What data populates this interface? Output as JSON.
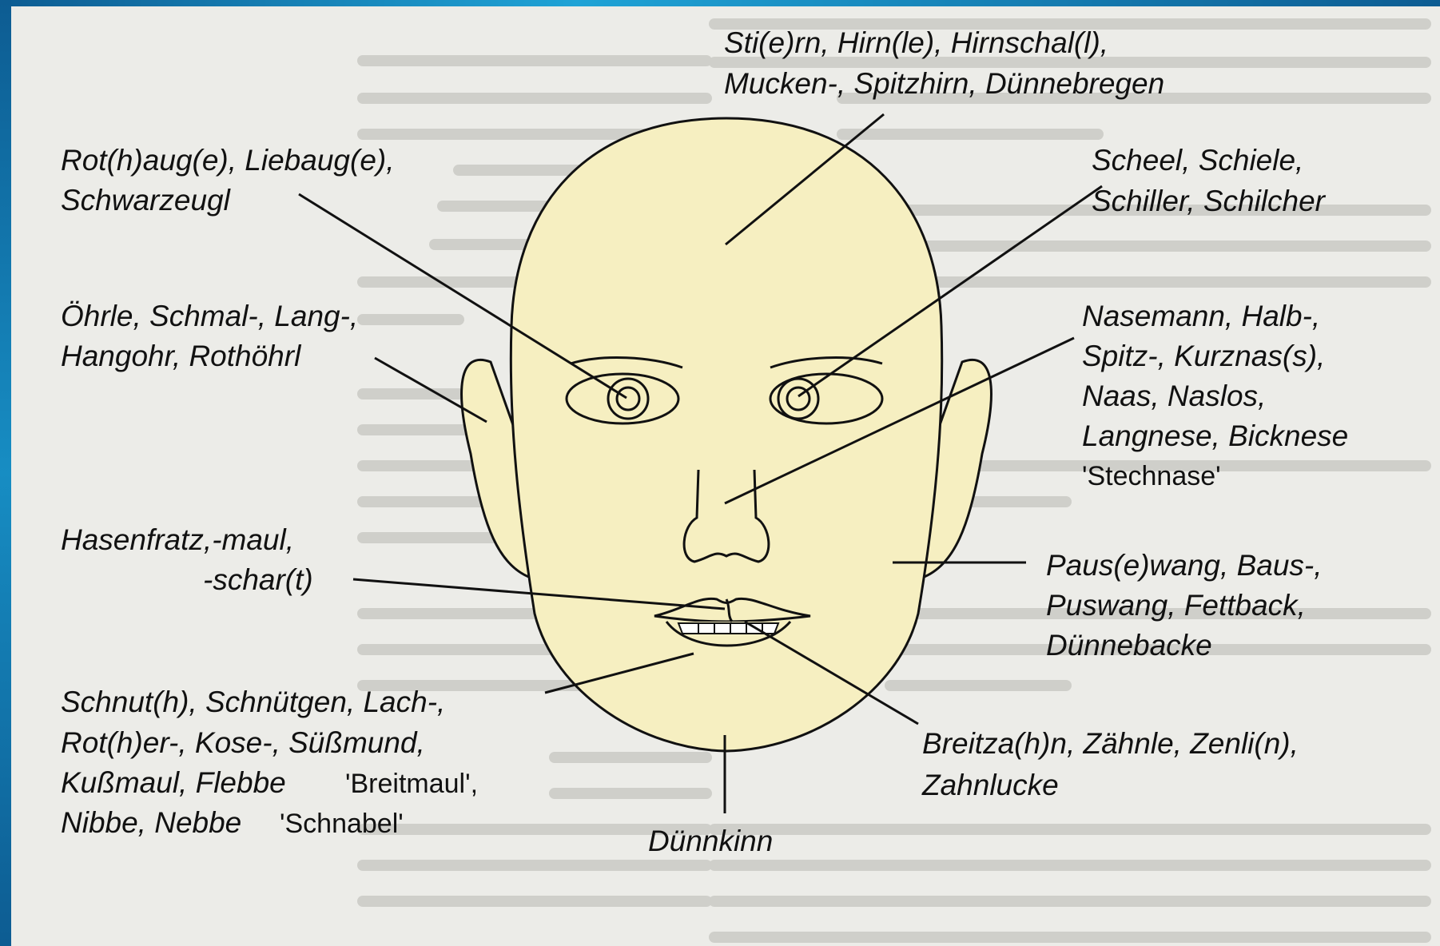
{
  "colors": {
    "page": "#ececE8",
    "face_fill": "#f6efc1",
    "line": "#111111",
    "frame": "#0c5f95"
  },
  "labels": {
    "forehead": [
      "Sti(e)rn, Hirn(le), Hirnschal(l),",
      "Mucken-, Spitzhirn, Dünnebregen"
    ],
    "eye_left": [
      "Rot(h)aug(e), Liebaug(e),",
      "Schwarzeugl"
    ],
    "eye_right": [
      "Scheel, Schiele,",
      "Schiller, Schilcher"
    ],
    "ear": [
      "Öhrle, Schmal-, Lang-,",
      "Hangohr, Rothöhrl"
    ],
    "nose": [
      "Nasemann, Halb-,",
      "Spitz-, Kurznas(s),",
      "Naas, Naslos,",
      "Langnese, Bicknese"
    ],
    "nose_quote": "'Stechnase'",
    "lip": [
      "Hasenfratz,-maul,",
      "-schar(t)"
    ],
    "cheek": [
      "Paus(e)wang, Baus-,",
      "Puswang, Fettback,",
      "Dünnebacke"
    ],
    "mouth": [
      "Schnut(h), Schnütgen, Lach-,",
      "Rot(h)er-, Kose-, Süßmund,",
      "Kußmaul, Flebbe",
      "Nibbe, Nebbe"
    ],
    "mouth_quote_1": "'Breitmaul',",
    "mouth_quote_2": "'Schnabel'",
    "teeth": [
      "Breitza(h)n, Zähnle, Zenli(n),",
      "Zahnlucke"
    ],
    "chin": "Dünnkinn"
  }
}
